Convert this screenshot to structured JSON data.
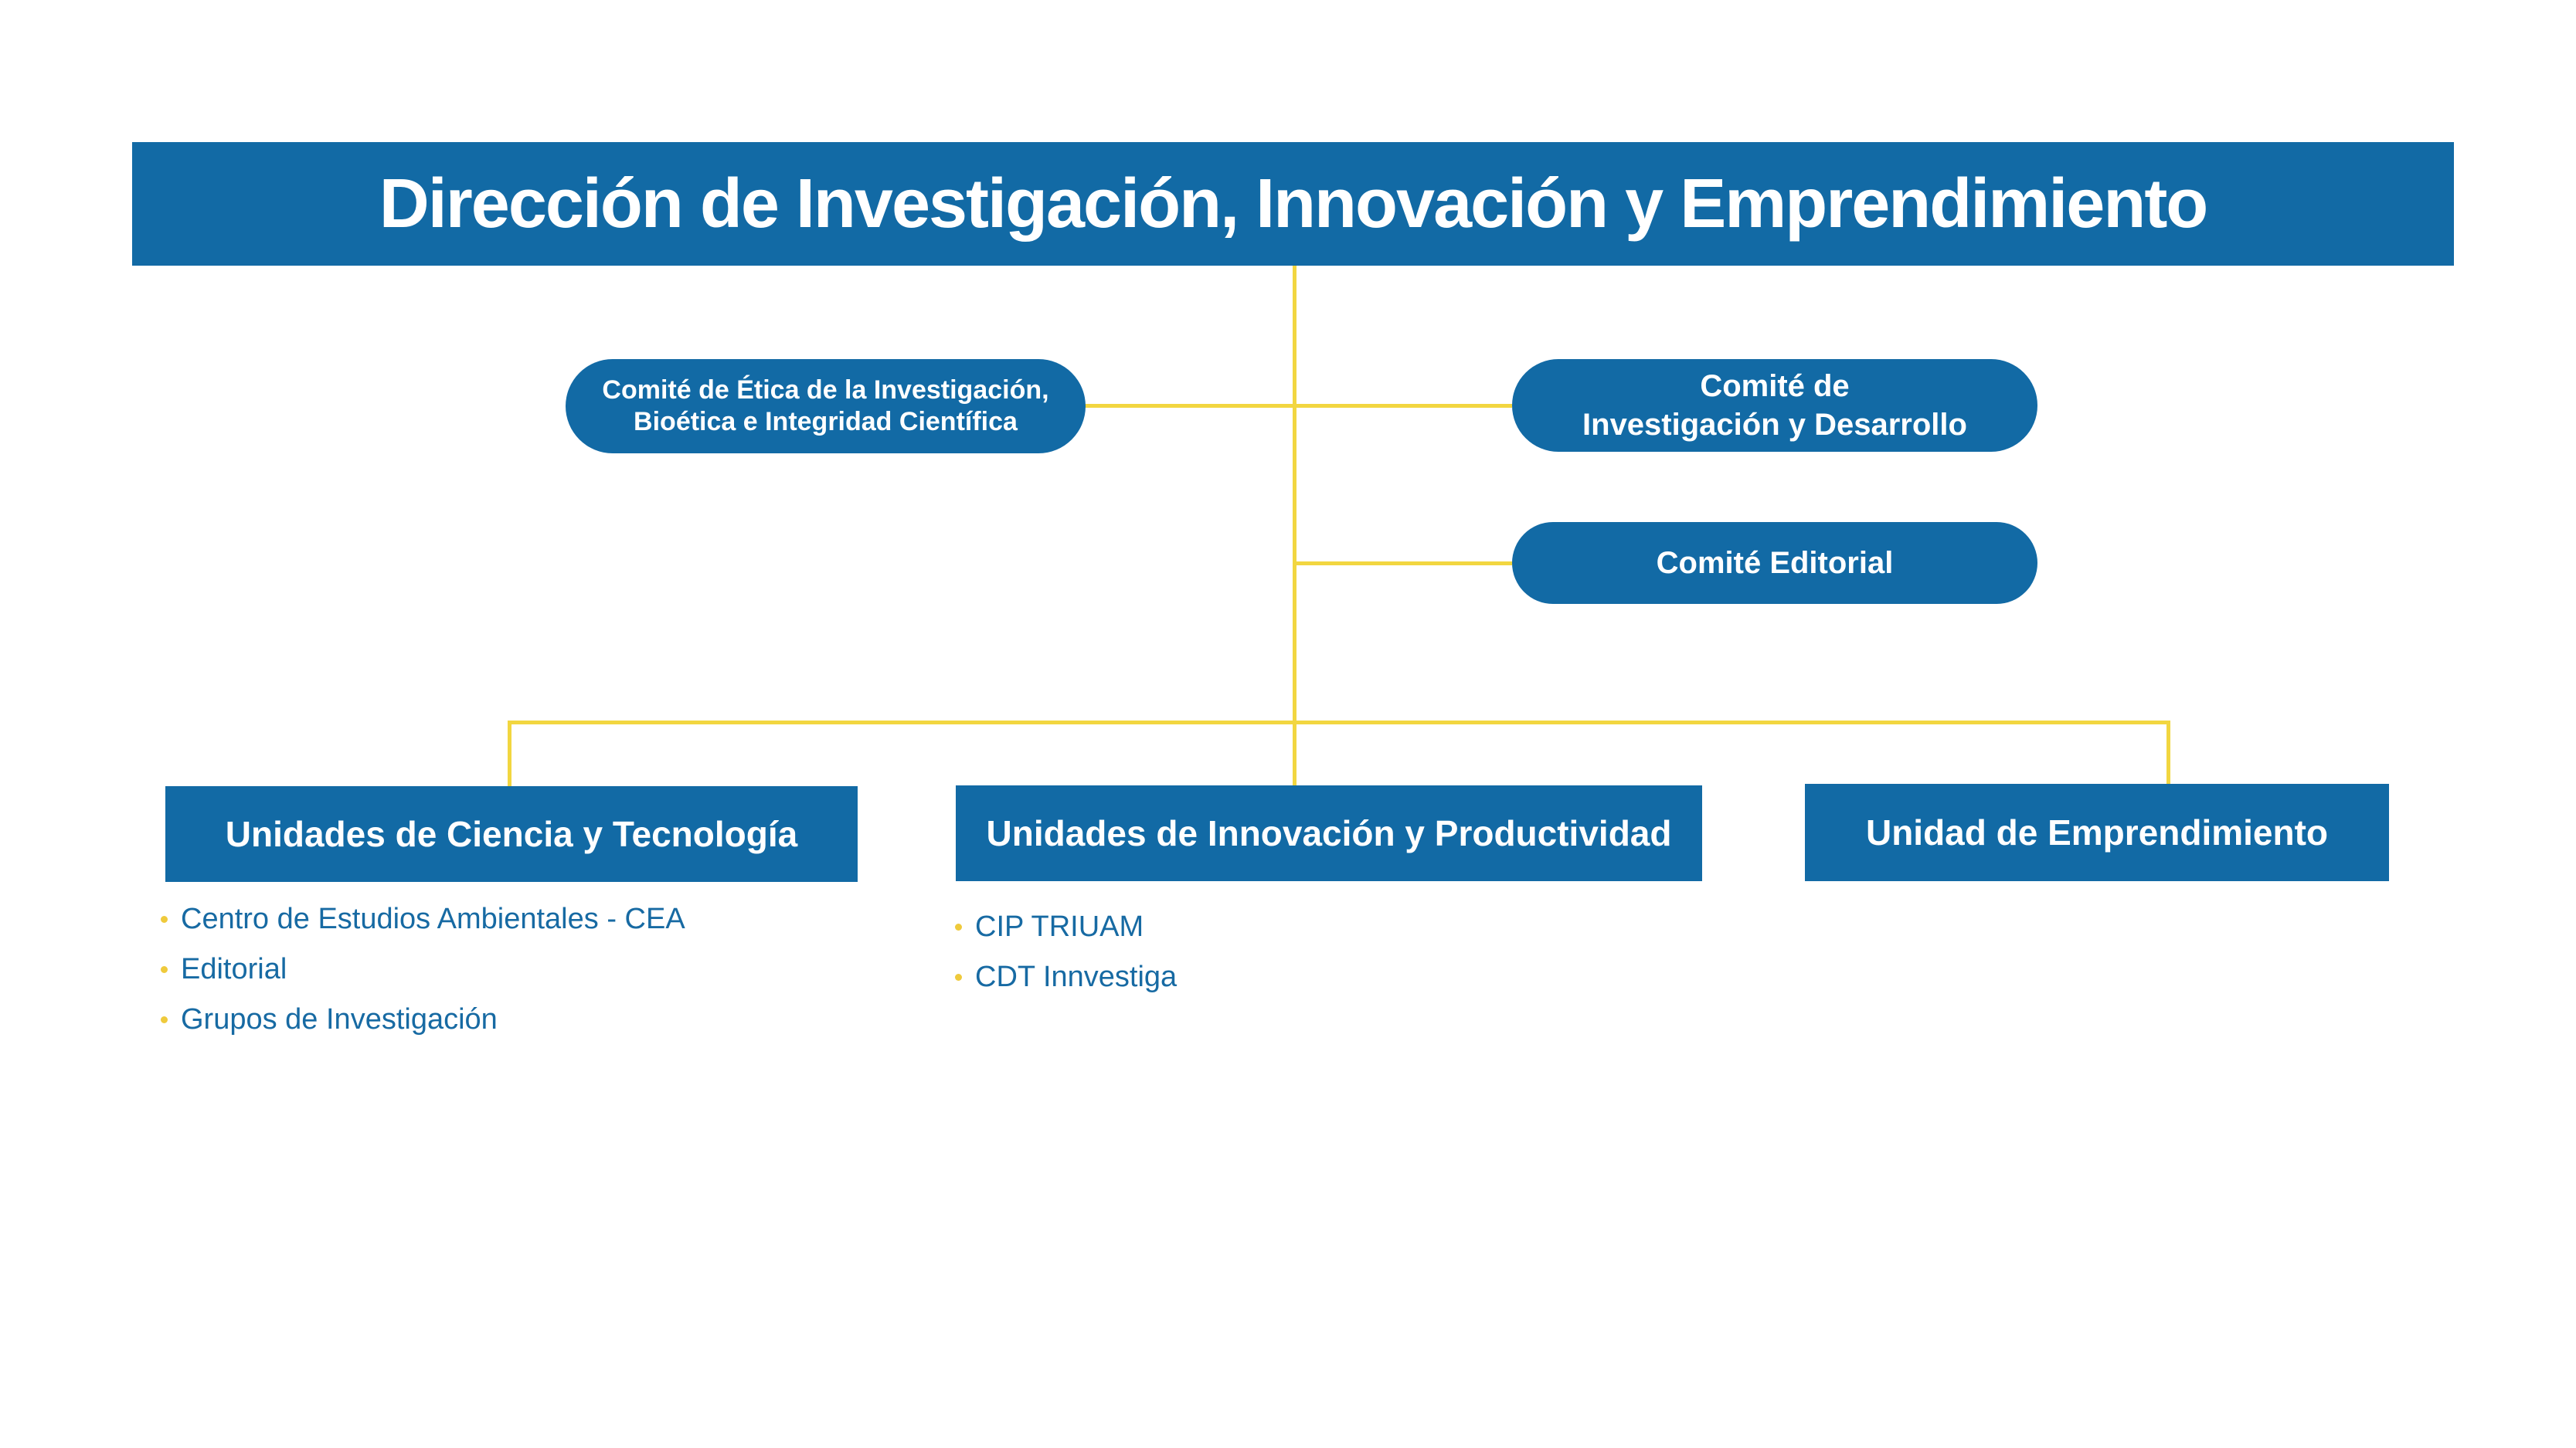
{
  "header": {
    "title": "Dirección de Investigación, Innovación y Emprendimiento"
  },
  "committees": [
    {
      "name": "comite-etica",
      "lines": [
        "Comité de Ética de la Investigación,",
        "Bioética e Integridad Científica"
      ]
    },
    {
      "name": "comite-investigacion-desarrollo",
      "lines": [
        "Comité de",
        "Investigación y Desarrollo"
      ]
    },
    {
      "name": "comite-editorial",
      "lines": [
        "Comité Editorial"
      ]
    }
  ],
  "units": [
    {
      "title": "Unidades de Ciencia y Tecnología",
      "items": [
        "Centro de Estudios Ambientales - CEA",
        "Editorial",
        "Grupos de Investigación"
      ]
    },
    {
      "title": "Unidades de Innovación y Productividad",
      "items": [
        "CIP TRIUAM",
        "CDT Innvestiga"
      ]
    },
    {
      "title": "Unidad de Emprendimiento",
      "items": []
    }
  ],
  "colors": {
    "blue": "#126AA5",
    "connector_yellow": "#F2D640",
    "bullet_yellow": "#EFCA3C",
    "list_text_blue": "#176AA3",
    "text_white": "#FFFFFF",
    "background": "#FFFFFF"
  }
}
